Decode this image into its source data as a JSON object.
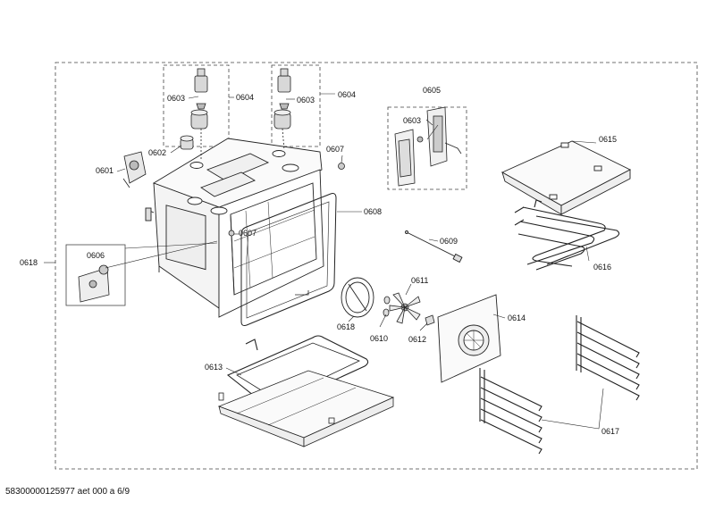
{
  "parts": {
    "p0601": "0601",
    "p0602": "0602",
    "p0603_a": "0603",
    "p0604_a": "0604",
    "p0603_b": "0603",
    "p0604_b": "0604",
    "p0605": "0605",
    "p0603_c": "0603",
    "p0607_a": "0607",
    "p0607_b": "0607",
    "p0608": "0608",
    "p0606": "0606",
    "p0618_left": "0618",
    "p0609": "0609",
    "p0611": "0611",
    "p0618_fan": "0618",
    "p0610": "0610",
    "p0612": "0612",
    "p0614": "0614",
    "p0615": "0615",
    "p0616": "0616",
    "p0613": "0613",
    "p0617": "0617"
  },
  "footer": {
    "doc_id": "58300000125977 aet 000 a 6/9"
  }
}
